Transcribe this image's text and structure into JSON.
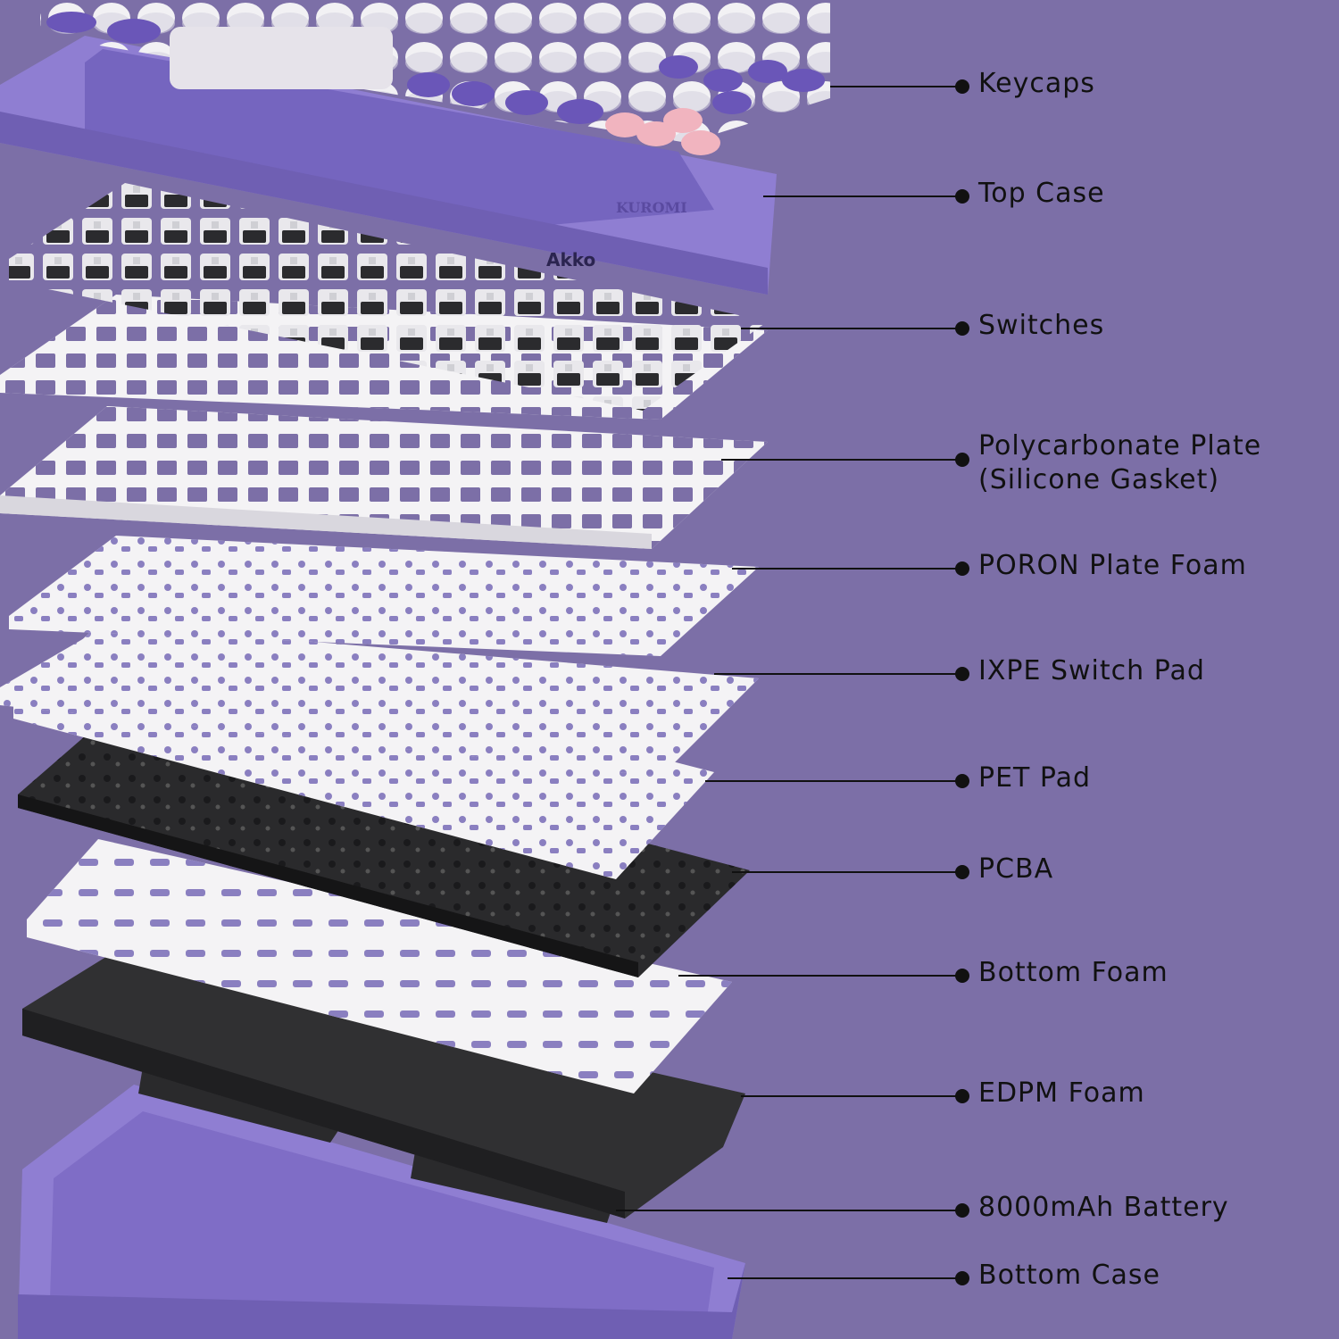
{
  "colors": {
    "background": "#7c6fa7",
    "case_purple": "#8f7ed2",
    "case_purple_dark": "#6f5fb3",
    "keycap_white": "#f2f1f4",
    "keycap_purple": "#6a56b8",
    "keycap_pink": "#f1b4bf",
    "plate_white": "#f4f3f5",
    "pcb_black": "#2a2a2c",
    "foam_black": "#303032",
    "leader_line": "#111111"
  },
  "brand": {
    "case_logo": "Akko",
    "case_print": "KUROMI"
  },
  "layers": [
    {
      "id": "keycaps",
      "label": "Keycaps"
    },
    {
      "id": "top_case",
      "label": "Top Case"
    },
    {
      "id": "switches",
      "label": "Switches"
    },
    {
      "id": "pc_plate",
      "label": "Polycarbonate Plate",
      "label_line2": "(Silicone Gasket)"
    },
    {
      "id": "poron_foam",
      "label": "PORON Plate Foam"
    },
    {
      "id": "ixpe_pad",
      "label": "IXPE Switch Pad"
    },
    {
      "id": "pet_pad",
      "label": "PET Pad"
    },
    {
      "id": "pcba",
      "label": "PCBA"
    },
    {
      "id": "bottom_foam",
      "label": "Bottom Foam"
    },
    {
      "id": "edpm_foam",
      "label": "EDPM Foam"
    },
    {
      "id": "battery",
      "label": "8000mAh Battery"
    },
    {
      "id": "bottom_case",
      "label": "Bottom Case"
    }
  ]
}
